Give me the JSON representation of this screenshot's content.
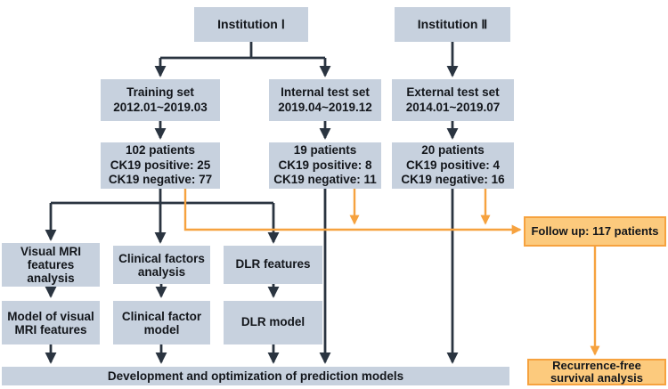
{
  "colors": {
    "node_fill": "#c7d1de",
    "dark": "#2a3440",
    "orange": "#f6a23f",
    "orange_fill": "#fcca7d",
    "text": "#13161b"
  },
  "nodes": {
    "institution_1": [
      "Institution Ⅰ"
    ],
    "institution_2": [
      "Institution Ⅱ"
    ],
    "training_set": [
      "Training set",
      "2012.01~2019.03"
    ],
    "internal_test_set": [
      "Internal test set",
      "2019.04~2019.12"
    ],
    "external_test_set": [
      "External test set",
      "2014.01~2019.07"
    ],
    "training_patients": [
      "102 patients",
      "CK19 positive: 25",
      "CK19 negative: 77"
    ],
    "internal_patients": [
      "19 patients",
      "CK19 positive: 8",
      "CK19 negative: 11"
    ],
    "external_patients": [
      "20 patients",
      "CK19 positive: 4",
      "CK19 negative: 16"
    ],
    "visual_mri_analysis": [
      "Visual MRI",
      "features",
      "analysis"
    ],
    "clinical_factors_analysis": [
      "Clinical factors",
      "analysis"
    ],
    "dlr_features": [
      "DLR features"
    ],
    "visual_mri_model": [
      "Model of visual",
      "MRI features"
    ],
    "clinical_factor_model": [
      "Clinical factor",
      "model"
    ],
    "dlr_model": [
      "DLR model"
    ],
    "development_bar": [
      "Development and optimization of prediction models"
    ],
    "follow_up": [
      "Follow up: 117 patients"
    ],
    "recurrence": [
      "Recurrence-free",
      "survival analysis"
    ]
  }
}
